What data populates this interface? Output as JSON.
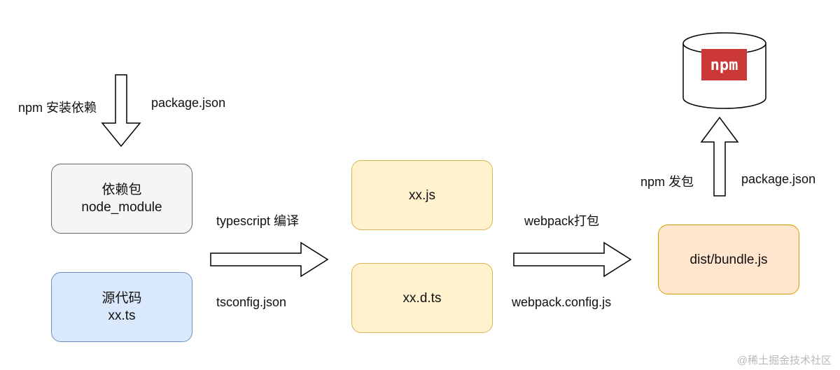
{
  "diagram": {
    "colors": {
      "deps_fill": "#f5f5f5",
      "deps_border": "#666666",
      "source_fill": "#dae8fc",
      "source_border": "#6c8ebf",
      "output_fill": "#fff2cc",
      "output_border": "#d6b656",
      "bundle_fill": "#ffe6cc",
      "bundle_border": "#d79b00",
      "npm_red": "#cb3837"
    },
    "nodes": {
      "deps": {
        "line1": "依赖包",
        "line2": "node_module"
      },
      "source": {
        "line1": "源代码",
        "line2": "xx.ts"
      },
      "js": {
        "label": "xx.js"
      },
      "dts": {
        "label": "xx.d.ts"
      },
      "bundle": {
        "label": "dist/bundle.js"
      },
      "registry": {
        "logo_text": "npm"
      }
    },
    "labels": {
      "npm_install": "npm 安装依赖",
      "package_json_top": "package.json",
      "typescript_compile": "typescript 编译",
      "tsconfig": "tsconfig.json",
      "webpack_pack": "webpack打包",
      "webpack_config": "webpack.config.js",
      "npm_publish": "npm 发包",
      "package_json_right": "package.json"
    },
    "watermark": "@稀土掘金技术社区"
  }
}
